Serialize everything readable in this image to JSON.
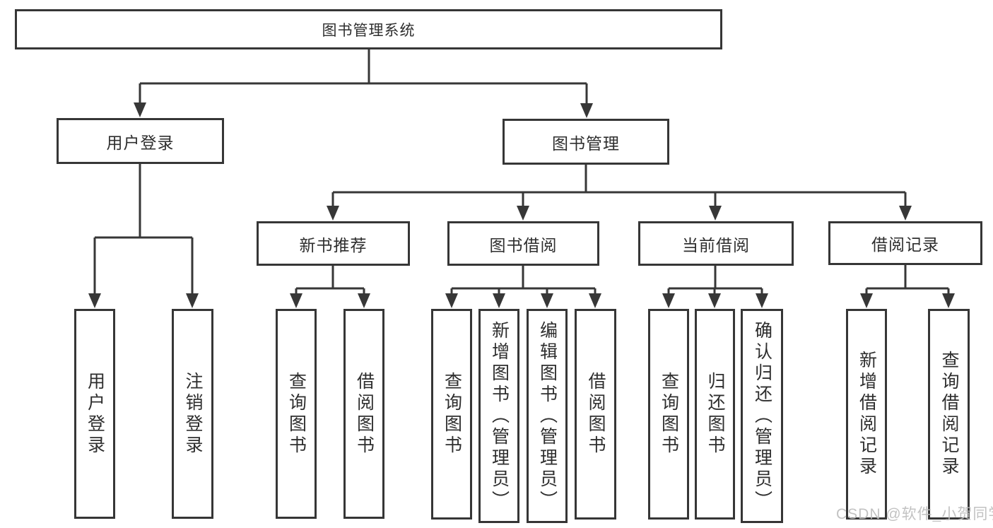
{
  "diagram": {
    "root": {
      "label": "图书管理系统"
    },
    "branches": [
      {
        "label": "用户登录",
        "children": [
          {
            "label": "用户登录"
          },
          {
            "label": "注销登录"
          }
        ]
      },
      {
        "label": "图书管理",
        "children": [
          {
            "label": "新书推荐",
            "children": [
              {
                "label": "查询图书"
              },
              {
                "label": "借阅图书"
              }
            ]
          },
          {
            "label": "图书借阅",
            "children": [
              {
                "label": "查询图书"
              },
              {
                "label": "新增图书（管理员）"
              },
              {
                "label": "编辑图书（管理员）"
              },
              {
                "label": "借阅图书"
              }
            ]
          },
          {
            "label": "当前借阅",
            "children": [
              {
                "label": "查询图书"
              },
              {
                "label": "归还图书"
              },
              {
                "label": "确认归还（管理员）"
              }
            ]
          },
          {
            "label": "借阅记录",
            "children": [
              {
                "label": "新增借阅记录"
              },
              {
                "label": "查询借阅记录"
              }
            ]
          }
        ]
      }
    ]
  },
  "watermark": {
    "text": "CSDN @软件_小贺同学"
  },
  "colors": {
    "line": "#373737",
    "text": "#2e2e2e",
    "box_background": "#ffffff",
    "watermark": "#bdbdbd"
  }
}
